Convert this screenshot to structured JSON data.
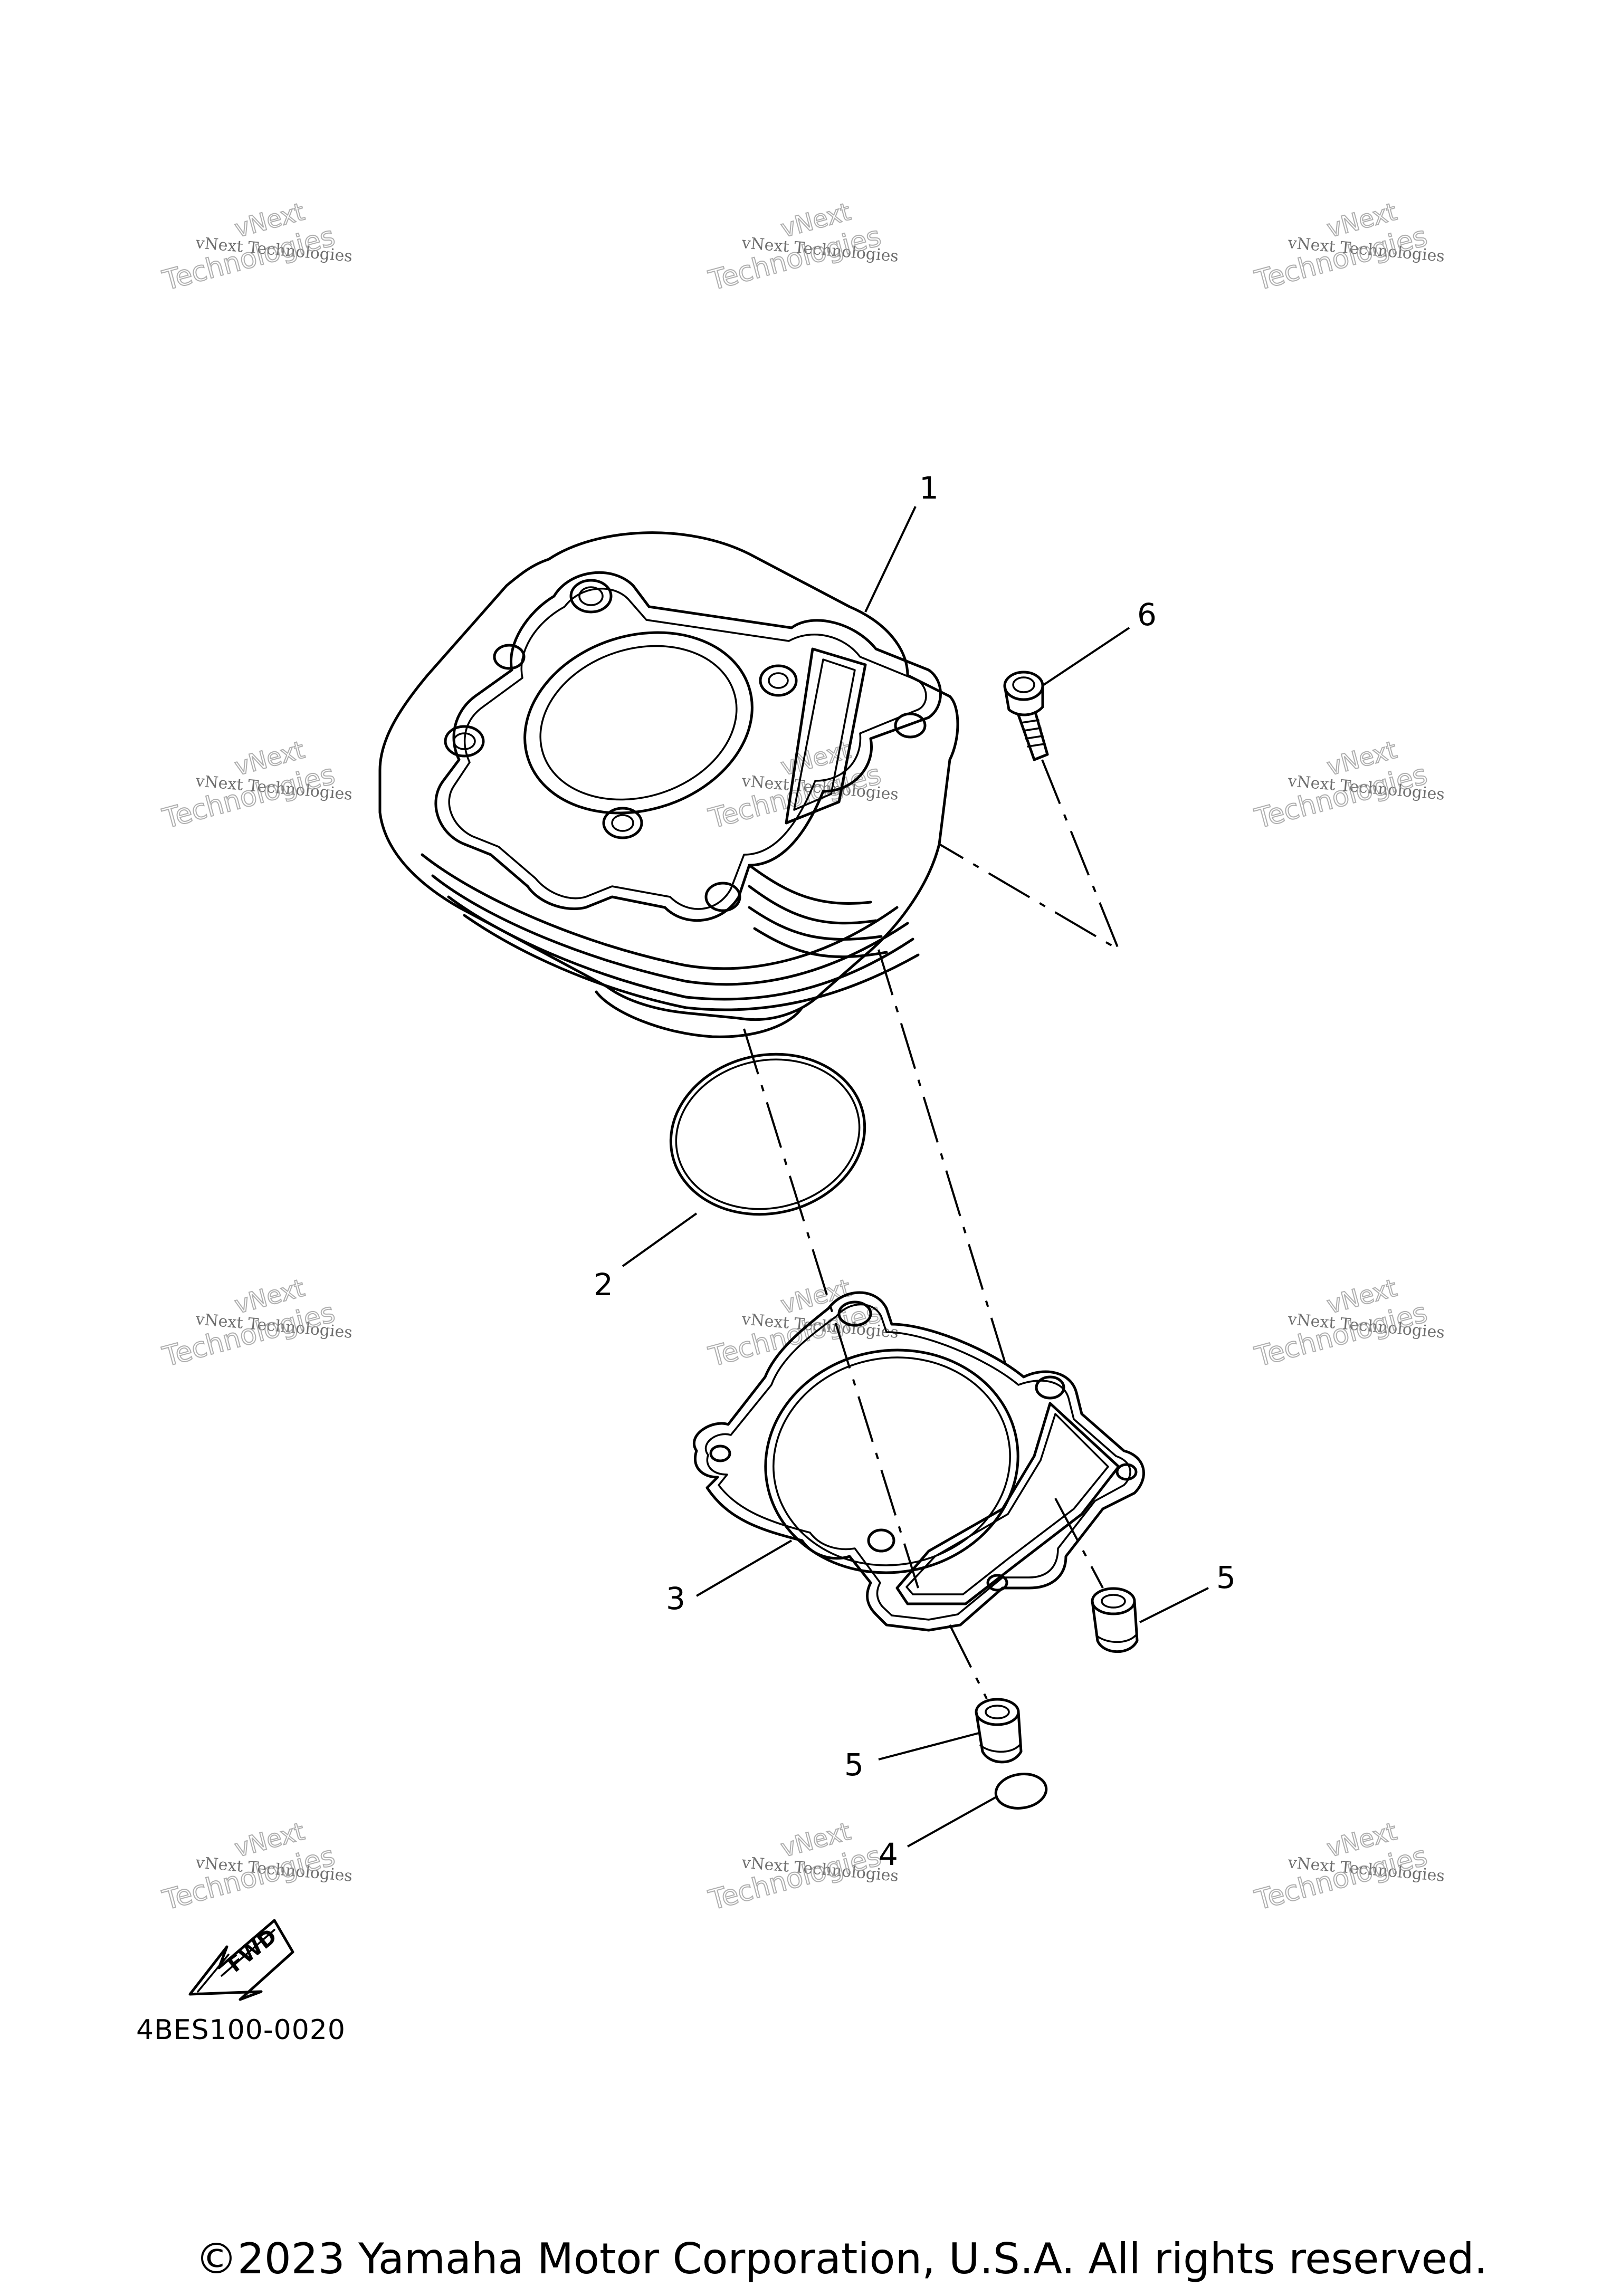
{
  "diagram": {
    "callouts": [
      {
        "id": "1",
        "label": "1"
      },
      {
        "id": "2",
        "label": "2"
      },
      {
        "id": "3",
        "label": "3"
      },
      {
        "id": "4",
        "label": "4"
      },
      {
        "id": "5a",
        "label": "5"
      },
      {
        "id": "5b",
        "label": "5"
      },
      {
        "id": "6",
        "label": "6"
      }
    ],
    "fwd_marker": "FWD",
    "diagram_code": "4BES100-0020",
    "watermark": {
      "line0": "vNext",
      "line1": "vNext Technologies",
      "line2": "Technologies"
    }
  },
  "footer": {
    "copyright": "©2023 Yamaha Motor Corporation, U.S.A. All rights reserved."
  }
}
